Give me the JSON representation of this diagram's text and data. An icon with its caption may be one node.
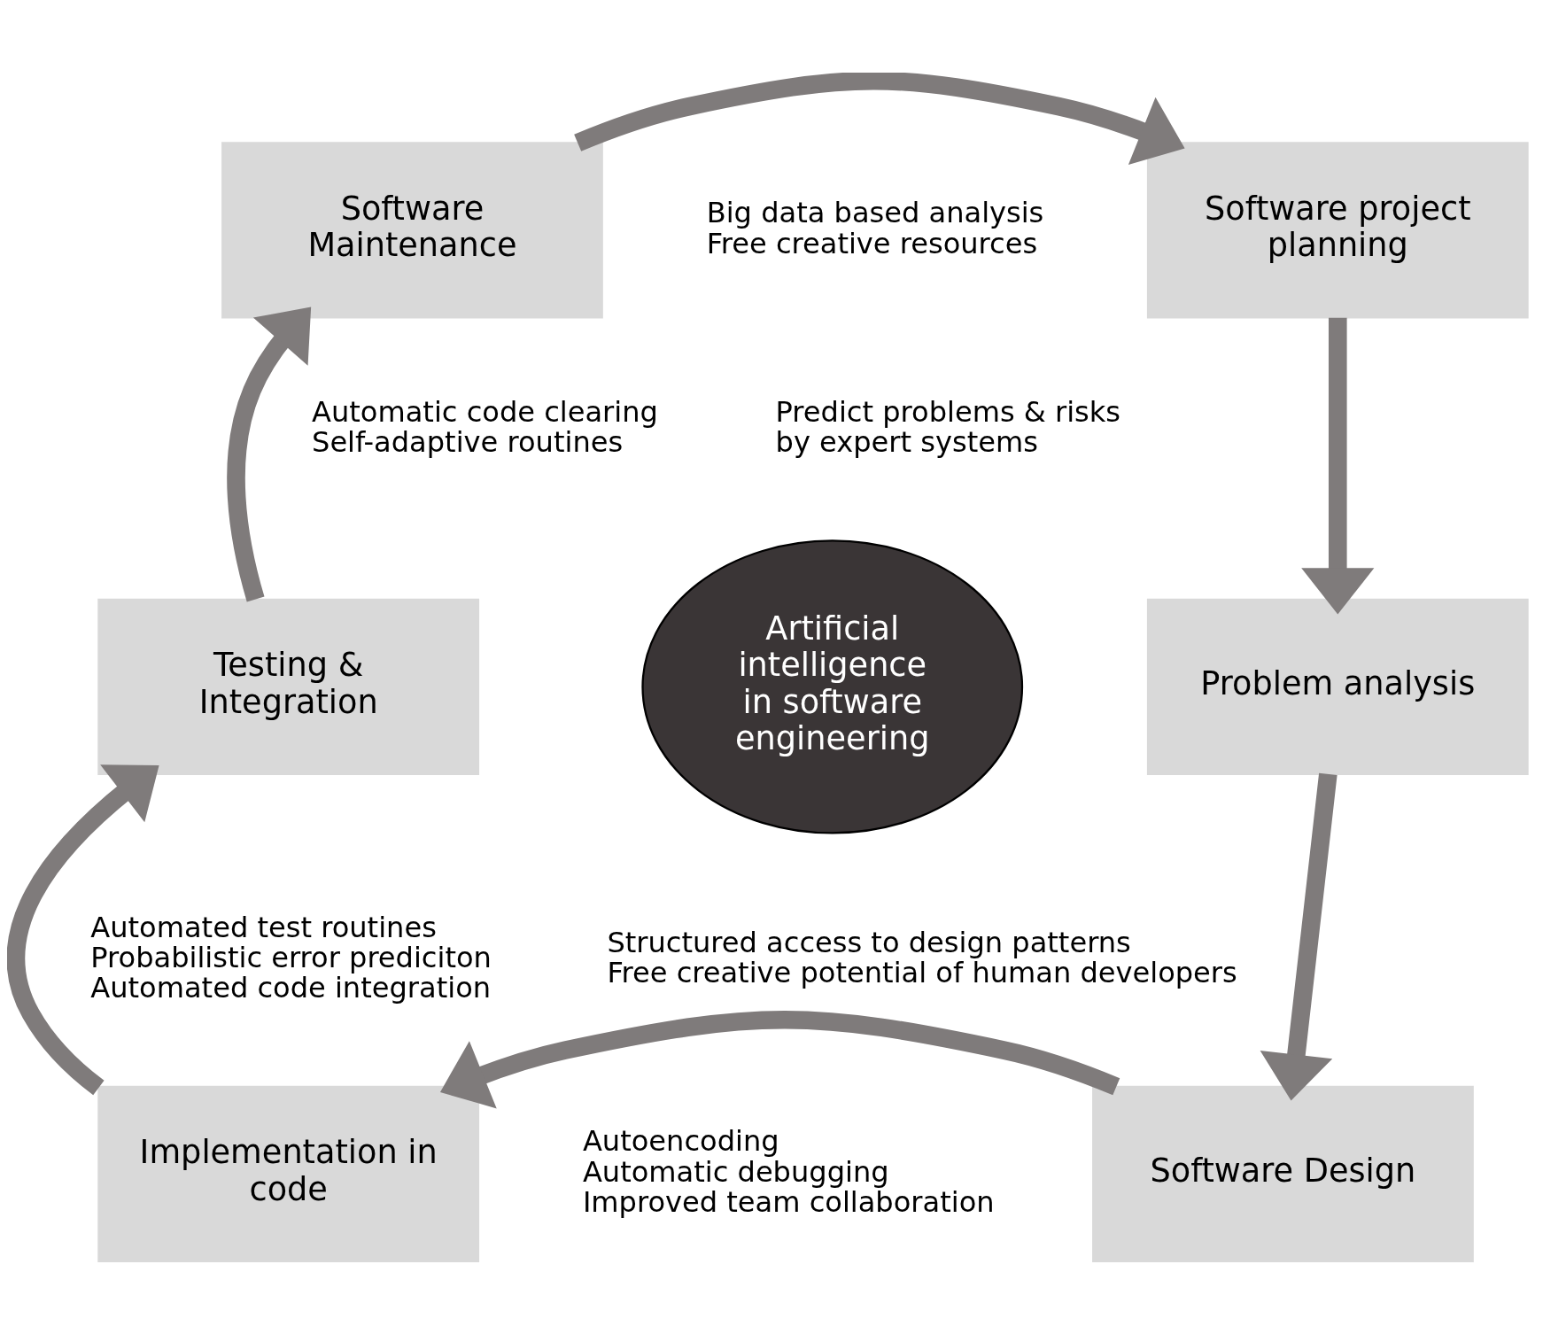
{
  "diagram": {
    "nodes": [
      {
        "text": [
          "Software Maintenance"
        ]
      },
      {
        "text": [
          "Software project planning"
        ]
      },
      {
        "text": [
          "Problem analysis"
        ]
      },
      {
        "text": [
          "Software Design"
        ]
      },
      {
        "text": [
          "Implementation in code"
        ]
      },
      {
        "text": [
          "Testing & Integration"
        ]
      },
      {
        "text": [
          "Artificial intelligence in software engineering"
        ]
      }
    ],
    "edges": [
      {
        "from": 0,
        "to": 1,
        "arrow": "to"
      },
      {
        "from": 1,
        "to": 2,
        "arrow": "to"
      },
      {
        "from": 2,
        "to": 3,
        "arrow": "to"
      },
      {
        "from": 3,
        "to": 4,
        "arrow": "to"
      },
      {
        "from": 4,
        "to": 5,
        "arrow": "to"
      },
      {
        "from": 5,
        "to": 0,
        "arrow": "to"
      }
    ],
    "labels": [
      "Big data based analysis",
      "Free creative resources",
      "Automatic code clearing",
      "Self-adaptive routines",
      "Predict problems & risks",
      "by expert systems",
      "Automated test routines",
      "Probabilistic error prediciton",
      "Automated code integration",
      "Structured access to design patterns",
      "Free creative potential of human developers",
      "Autoencoding",
      "Automatic debugging",
      "Improved team collaboration"
    ]
  }
}
